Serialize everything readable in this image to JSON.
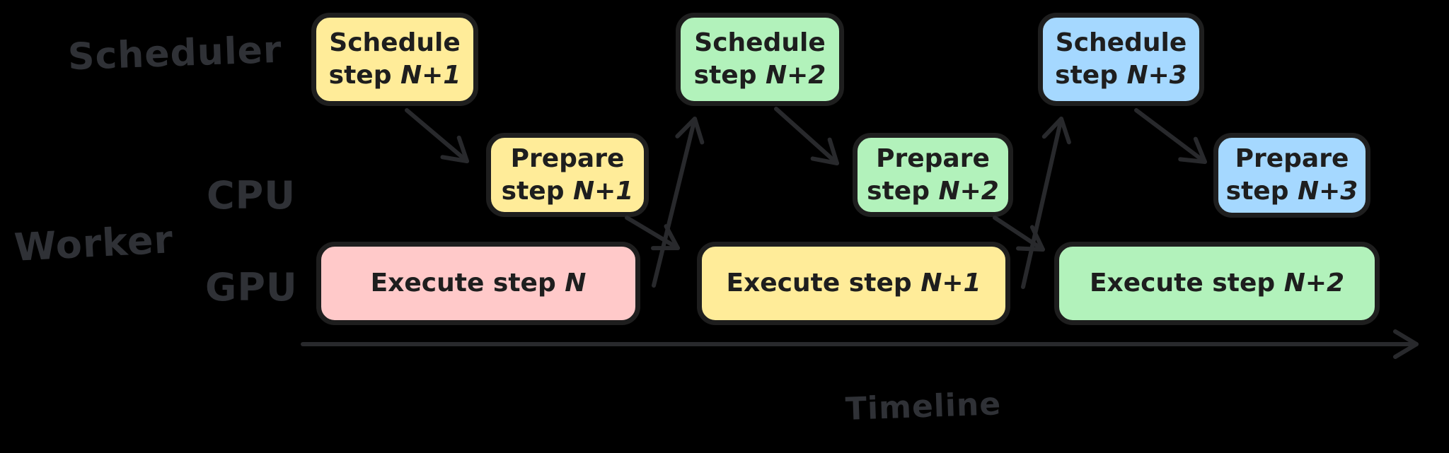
{
  "title": "Scheduler / Worker pipelining timeline diagram",
  "palette": {
    "background": "#000000",
    "node_outline": "#1e1e1e",
    "node_text": "#1e1e1e",
    "label_gray": "#2f3136",
    "arrow_gray": "#28292c",
    "yellow": "#ffec99",
    "green": "#b2f2bb",
    "blue": "#a5d8ff",
    "pink": "#ffc9c9"
  },
  "labels": {
    "scheduler": "Scheduler",
    "worker": "Worker",
    "cpu": "CPU",
    "gpu": "GPU",
    "timeline": "Timeline"
  },
  "rows": {
    "scheduler": {
      "boxes": [
        {
          "action": "Schedule",
          "step_word": "step",
          "step_n": "N+1",
          "color": "yellow"
        },
        {
          "action": "Schedule",
          "step_word": "step",
          "step_n": "N+2",
          "color": "green"
        },
        {
          "action": "Schedule",
          "step_word": "step",
          "step_n": "N+3",
          "color": "blue"
        }
      ]
    },
    "cpu": {
      "boxes": [
        {
          "action": "Prepare",
          "step_word": "step",
          "step_n": "N+1",
          "color": "yellow"
        },
        {
          "action": "Prepare",
          "step_word": "step",
          "step_n": "N+2",
          "color": "green"
        },
        {
          "action": "Prepare",
          "step_word": "step",
          "step_n": "N+3",
          "color": "blue"
        }
      ]
    },
    "gpu": {
      "boxes": [
        {
          "action": "Execute step",
          "step_n": "N",
          "color": "pink"
        },
        {
          "action": "Execute step",
          "step_n": "N+1",
          "color": "yellow"
        },
        {
          "action": "Execute step",
          "step_n": "N+2",
          "color": "green"
        }
      ]
    }
  },
  "connections": [
    {
      "from": "Schedule step N+1",
      "to": "Prepare step N+1"
    },
    {
      "from": "Prepare step N+1",
      "to": "Execute step N+1"
    },
    {
      "from": "Execute step N",
      "to": "Schedule step N+2"
    },
    {
      "from": "Schedule step N+2",
      "to": "Prepare step N+2"
    },
    {
      "from": "Prepare step N+2",
      "to": "Execute step N+2"
    },
    {
      "from": "Execute step N+1",
      "to": "Schedule step N+3"
    },
    {
      "from": "Schedule step N+3",
      "to": "Prepare step N+3"
    },
    {
      "from": "Timeline start",
      "to": "Timeline end"
    }
  ]
}
